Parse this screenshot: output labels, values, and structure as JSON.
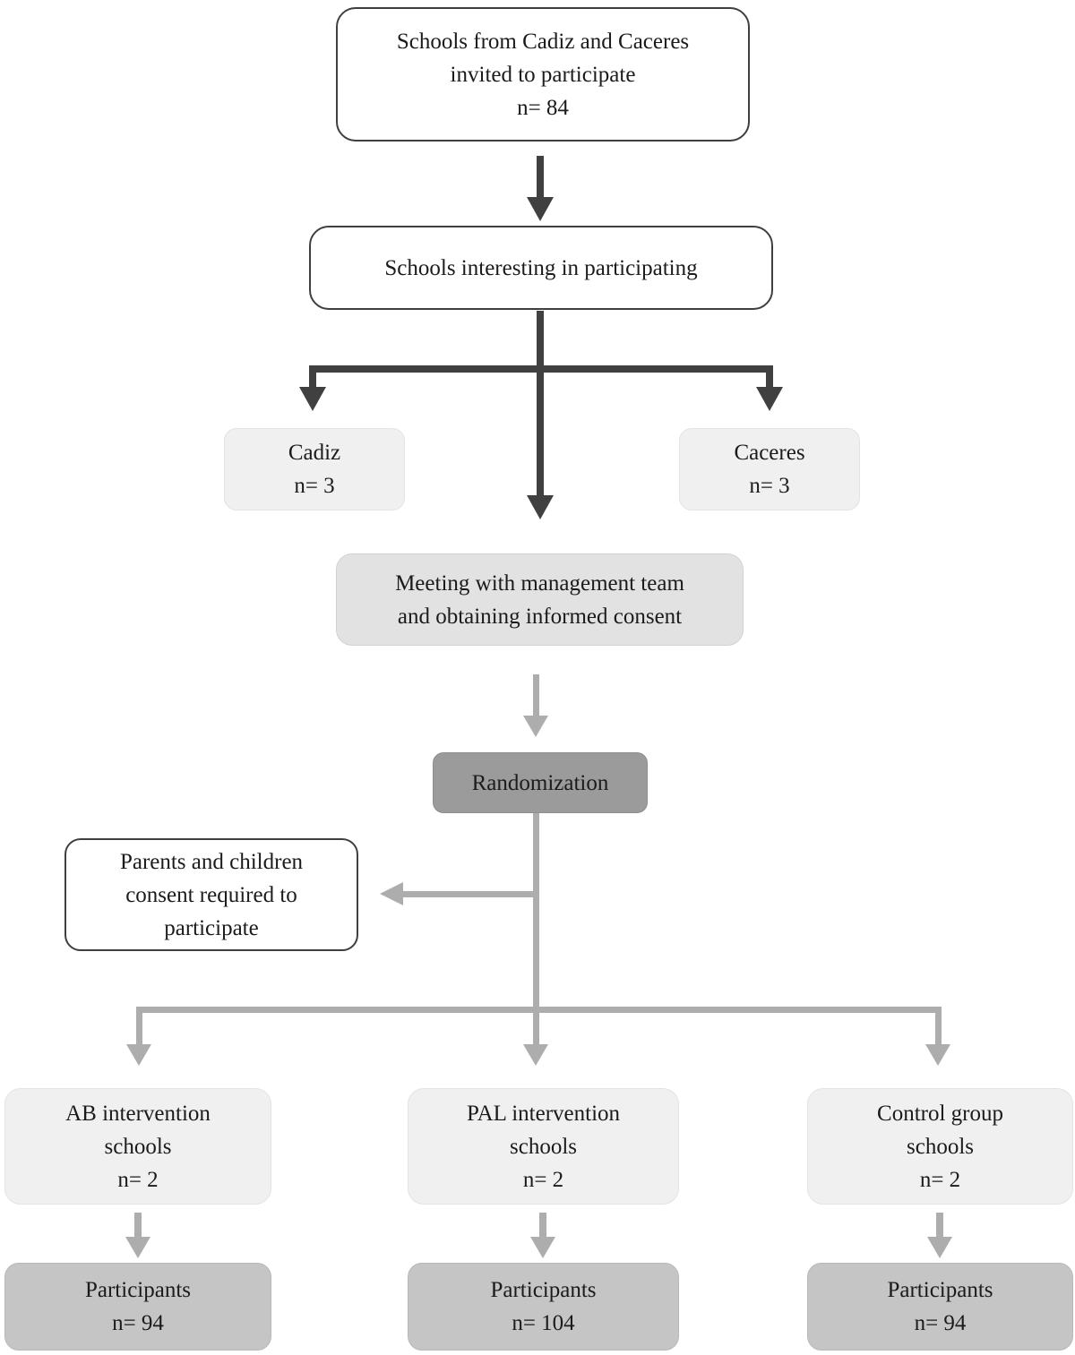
{
  "palette": {
    "dark_arrow": "#404040",
    "light_arrow": "#adadad",
    "box_border": "#3f3f3f",
    "box_light": "#f0f0f0",
    "box_medium": "#e2e2e2",
    "box_dark": "#9b9b9b",
    "box_participants": "#c5c5c5",
    "text": "#1b1b1b"
  },
  "nodes": {
    "invited": {
      "text": "Schools from Cadiz and Caceres\ninvited to participate\nn= 84"
    },
    "interested": {
      "text": "Schools interesting in participating"
    },
    "cadiz": {
      "text": "Cadiz\nn= 3"
    },
    "caceres": {
      "text": "Caceres\nn= 3"
    },
    "meeting": {
      "text": "Meeting with management team\nand obtaining informed consent"
    },
    "randomization": {
      "text": "Randomization"
    },
    "consent": {
      "text": "Parents and children\nconsent required to\nparticipate"
    },
    "ab_schools": {
      "text": "AB intervention\nschools\nn= 2"
    },
    "pal_schools": {
      "text": "PAL intervention\nschools\nn= 2"
    },
    "control_schools": {
      "text": "Control group\nschools\nn= 2"
    },
    "ab_participants": {
      "text": "Participants\nn= 94"
    },
    "pal_participants": {
      "text": "Participants\nn= 104"
    },
    "control_participants": {
      "text": "Participants\nn= 94"
    }
  },
  "edges": [
    {
      "from": "invited",
      "to": "interested",
      "style": "dark"
    },
    {
      "from": "interested",
      "to": "cadiz",
      "style": "dark"
    },
    {
      "from": "interested",
      "to": "caceres",
      "style": "dark"
    },
    {
      "from": "interested",
      "to": "meeting",
      "style": "dark"
    },
    {
      "from": "meeting",
      "to": "randomization",
      "style": "light"
    },
    {
      "from": "randomization",
      "to": "consent",
      "style": "light"
    },
    {
      "from": "randomization",
      "to": "ab_schools",
      "style": "light"
    },
    {
      "from": "randomization",
      "to": "pal_schools",
      "style": "light"
    },
    {
      "from": "randomization",
      "to": "control_schools",
      "style": "light"
    },
    {
      "from": "ab_schools",
      "to": "ab_participants",
      "style": "light"
    },
    {
      "from": "pal_schools",
      "to": "pal_participants",
      "style": "light"
    },
    {
      "from": "control_schools",
      "to": "control_participants",
      "style": "light"
    }
  ]
}
